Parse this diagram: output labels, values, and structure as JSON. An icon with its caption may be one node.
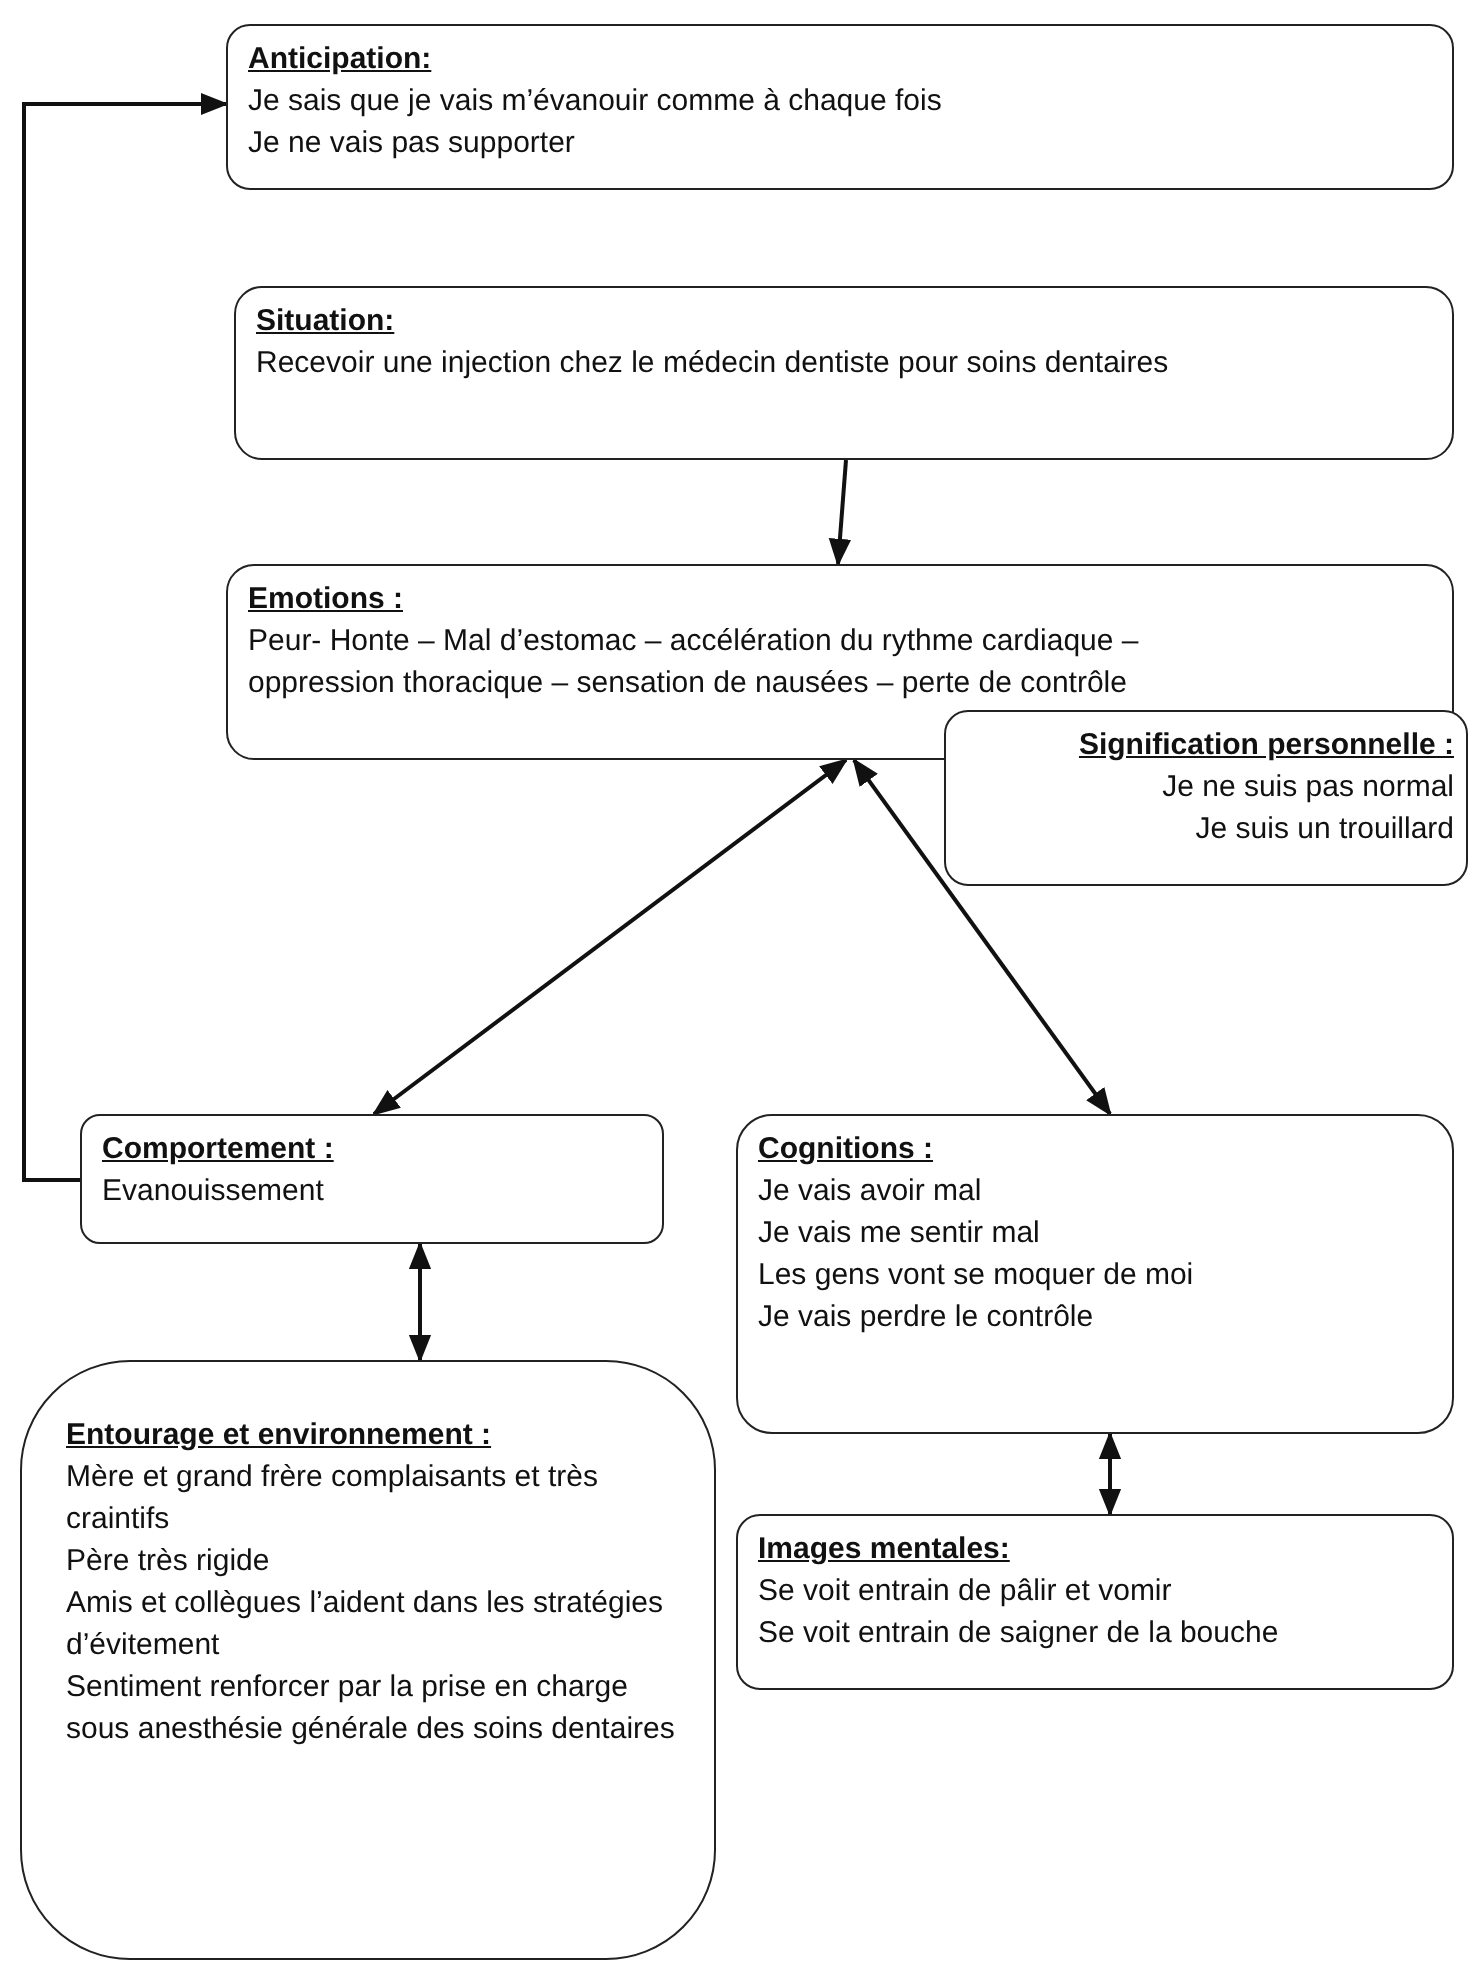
{
  "diagram": {
    "nodes": [
      {
        "text": [
          "Anticipation:",
          "Je sais que je vais m’évanouir comme à chaque fois",
          "Je ne vais pas supporter"
        ]
      },
      {
        "text": [
          "Situation:",
          "Recevoir une injection chez le médecin dentiste pour soins dentaires"
        ]
      },
      {
        "text": [
          "Emotions :",
          "Peur- Honte – Mal d’estomac – accélération du rythme cardiaque – oppression thoracique – sensation de nausées – perte de contrôle"
        ]
      },
      {
        "text": [
          "Signification personnelle :",
          "Je ne suis pas normal",
          "Je suis un trouillard"
        ]
      },
      {
        "text": [
          "Comportement :",
          "Evanouissement"
        ]
      },
      {
        "text": [
          "Cognitions :",
          "Je vais avoir mal",
          "Je vais me sentir mal",
          "Les gens vont se moquer de moi",
          "Je vais perdre le contrôle"
        ]
      },
      {
        "text": [
          "Entourage et environnement :",
          "Mère et grand frère complaisants et très craintifs",
          "Père très rigide",
          "Amis et collègues l’aident dans les stratégies d’évitement",
          "Sentiment renforcer par la prise en charge sous anesthésie générale des soins dentaires"
        ]
      },
      {
        "text": [
          "Images mentales:",
          "Se voit entrain de pâlir et vomir",
          "Se voit entrain de saigner de la bouche"
        ]
      }
    ],
    "edges": [
      {
        "from": 1,
        "to": 2,
        "arrow": "to"
      },
      {
        "from": 2,
        "to": 4,
        "arrow": "both"
      },
      {
        "from": 2,
        "to": 5,
        "arrow": "both"
      },
      {
        "from": 4,
        "to": 0,
        "arrow": "to"
      },
      {
        "from": 4,
        "to": 6,
        "arrow": "both"
      },
      {
        "from": 5,
        "to": 7,
        "arrow": "both"
      }
    ]
  }
}
